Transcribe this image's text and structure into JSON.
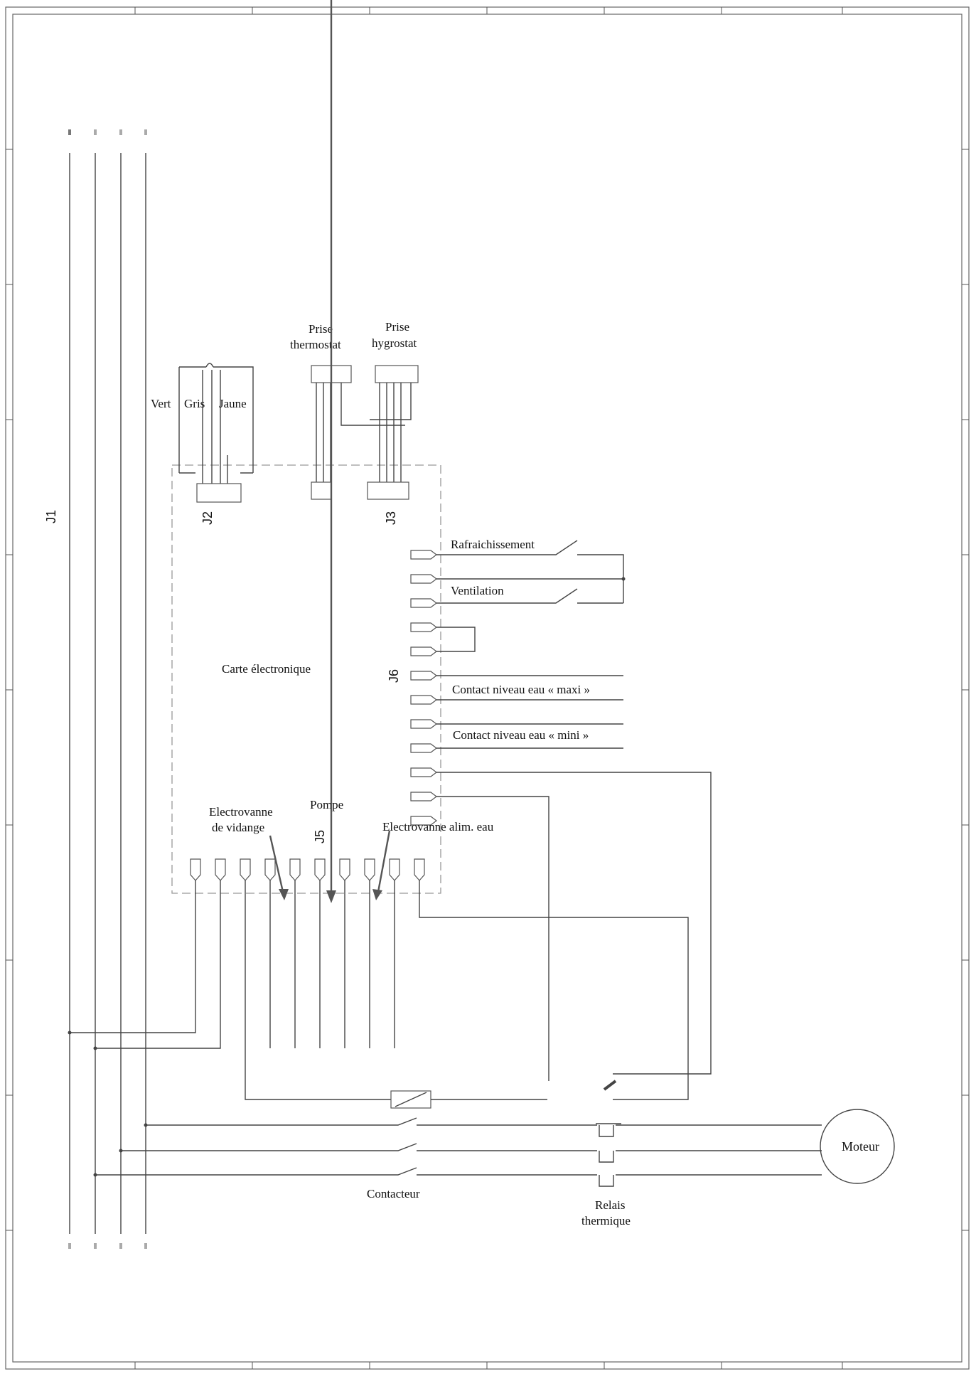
{
  "labels": {
    "j1": "J1",
    "j2": "J2",
    "j3": "J3",
    "j5": "J5",
    "j6": "J6",
    "vert": "Vert",
    "gris": "Gris",
    "jaune": "Jaune",
    "prise_thermostat_1": "Prise",
    "prise_thermostat_2": "thermostat",
    "prise_hygrostat_1": "Prise",
    "prise_hygrostat_2": "hygrostat",
    "rafraichissement": "Rafraichissement",
    "ventilation": "Ventilation",
    "contact_maxi": "Contact niveau eau « maxi »",
    "contact_mini": "Contact niveau eau « mini »",
    "carte": "Carte électronique",
    "electrovanne_vidange_1": "Electrovanne",
    "electrovanne_vidange_2": "de vidange",
    "pompe": "Pompe",
    "electrovanne_alim": "Electrovanne alim. eau",
    "moteur": "Moteur",
    "contacteur": "Contacteur",
    "relais_1": "Relais",
    "relais_2": "thermique"
  },
  "colors": {
    "line": "#444444",
    "frame": "#666666",
    "dashed_box": "#999999"
  }
}
